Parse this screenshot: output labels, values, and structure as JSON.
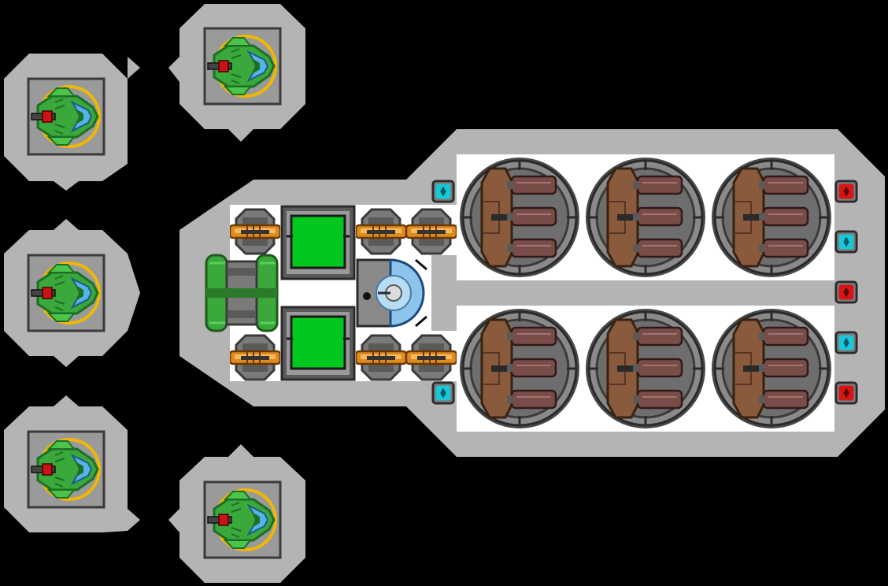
{
  "colors": {
    "background": "#000000",
    "hull": "#b4b4b4",
    "hull_dark": "#8e8e8e",
    "deck": "#ffffff",
    "frame": "#5a5a5a",
    "frame_light": "#9a9a9a",
    "reactor_green": "#00c81e",
    "drone_green": "#3aa83a",
    "drone_green_dark": "#1e6e28",
    "drone_blue": "#56b4e6",
    "drone_ring": "#f0b800",
    "drone_red": "#c81414",
    "copper": "#e08a1e",
    "missile_body": "#8a5a3c",
    "missile_tube": "#7a4c48",
    "cyan_light": "#18c8d8",
    "red_light": "#d81414",
    "coolant_blue": "#8cc4ec"
  },
  "pods": [
    {
      "id": "pod-left-top",
      "icon": "fighter-drone-icon"
    },
    {
      "id": "pod-left-middle",
      "icon": "fighter-drone-icon"
    },
    {
      "id": "pod-left-bottom",
      "icon": "fighter-drone-icon"
    },
    {
      "id": "pod-right-top",
      "icon": "fighter-drone-icon"
    },
    {
      "id": "pod-right-bottom",
      "icon": "fighter-drone-icon"
    }
  ],
  "ship": {
    "name": "",
    "reactors": [
      "green-reactor-core-icon",
      "green-reactor-core-icon"
    ],
    "conduits": [
      "copper-conduit-icon",
      "copper-conduit-icon",
      "copper-conduit-icon",
      "copper-conduit-icon",
      "copper-conduit-icon",
      "copper-conduit-icon"
    ],
    "engine": "green-engine-icon",
    "cryo_pod": "cryo-pod-icon",
    "missile_launchers": [
      "missile-launcher-icon",
      "missile-launcher-icon",
      "missile-launcher-icon",
      "missile-launcher-icon",
      "missile-launcher-icon",
      "missile-launcher-icon"
    ],
    "lights": [
      {
        "color": "cyan",
        "icon": "cyan-light-icon"
      },
      {
        "color": "red",
        "icon": "red-light-icon"
      },
      {
        "color": "cyan",
        "icon": "cyan-light-icon"
      },
      {
        "color": "red",
        "icon": "red-light-icon"
      },
      {
        "color": "cyan",
        "icon": "cyan-light-icon"
      },
      {
        "color": "red",
        "icon": "red-light-icon"
      },
      {
        "color": "cyan",
        "icon": "cyan-light-icon"
      }
    ]
  }
}
